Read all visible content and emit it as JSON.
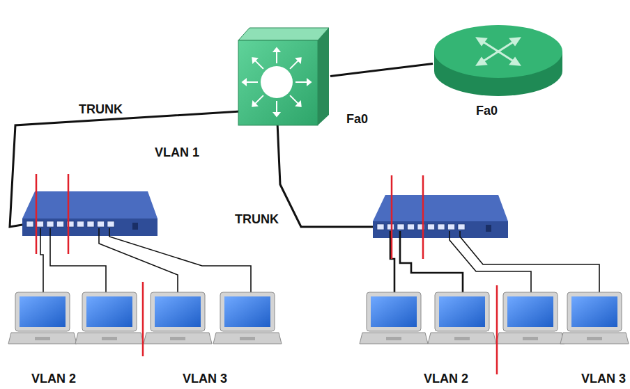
{
  "diagram": {
    "nodes": [
      {
        "text": [
          "Fa0"
        ]
      },
      {
        "text": [
          "Fa0"
        ]
      }
    ],
    "edges": [
      {
        "from": 0,
        "to": 1,
        "arrow": "none"
      }
    ],
    "labels": [
      "TRUNK",
      "VLAN 1",
      "TRUNK",
      "VLAN 2",
      "VLAN 3",
      "VLAN 2",
      "VLAN 3"
    ]
  }
}
